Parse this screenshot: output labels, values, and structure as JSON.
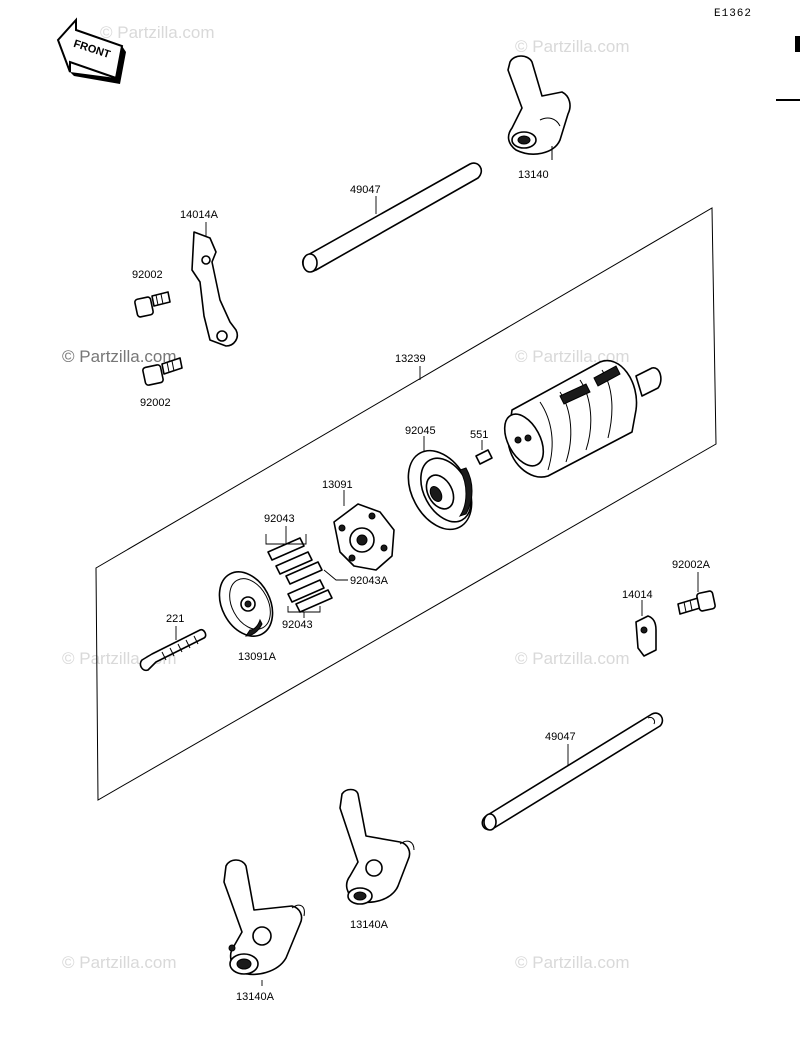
{
  "diagram_code": "E1362",
  "front_label": "FRONT",
  "watermark": "© Partzilla.com",
  "parts": {
    "fork_top": "13140",
    "shaft_top": "49047",
    "plate_left": "14014A",
    "bolt_upper": "92002",
    "bolt_lower": "92002",
    "drum_assembly": "13239",
    "bearing": "92045",
    "pin_551": "551",
    "holder": "13091",
    "pins_upper": "92043",
    "pins_side": "92043A",
    "pins_lower": "92043",
    "plate_cam": "13091A",
    "screw": "221",
    "bolt_right": "92002A",
    "plate_right": "14014",
    "shaft_bottom": "49047",
    "fork_mid": "13140A",
    "fork_bottom": "13140A"
  }
}
